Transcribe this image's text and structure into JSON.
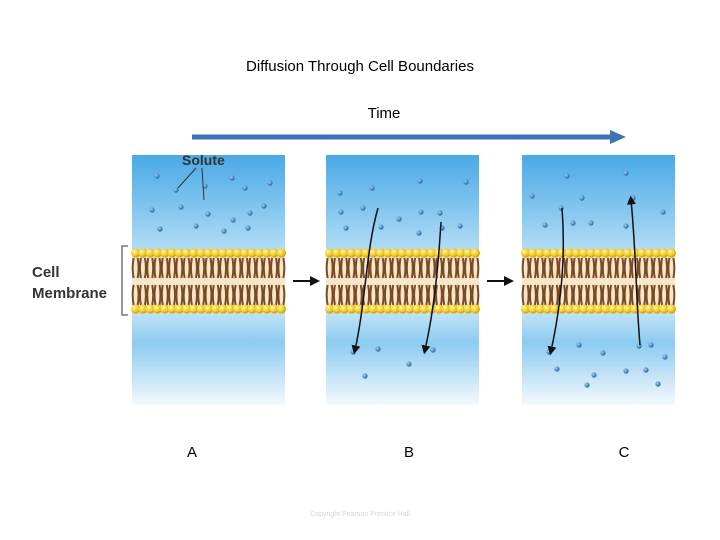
{
  "title": "Diffusion Through Cell Boundaries",
  "time_label": "Time",
  "solute_label": "Solute",
  "membrane_label": [
    "Cell",
    "Membrane"
  ],
  "panels": [
    {
      "label": "A"
    },
    {
      "label": "B"
    },
    {
      "label": "C"
    }
  ],
  "copyright": "Copyright Pearson Prentice Hall",
  "colors": {
    "time_arrow": "#3f72b5",
    "water_top": "#5cb3e8",
    "water_mid": "#d8eefa",
    "lipid_head": "#f2c81e",
    "lipid_tail": "#7a4a26",
    "solute": "#2e6fb0"
  }
}
